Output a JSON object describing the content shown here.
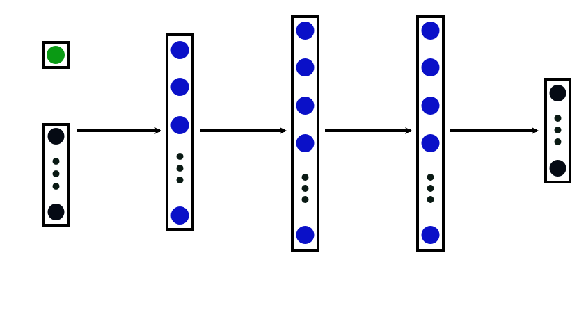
{
  "colors": {
    "background": "#ffffff",
    "box_stroke": "#000000",
    "input_node": "#050a14",
    "hidden_node": "#0a10c8",
    "bias_node": "#0a9a14",
    "arrow": "#000000"
  },
  "diagram": {
    "kind": "neural-network-layers",
    "bias_unit": {
      "node_color_key": "bias_node"
    },
    "layers": [
      {
        "role": "input",
        "shown_nodes": 2,
        "ellipsis_dots": 3,
        "ellipsis_after_node": 1,
        "node_color_key": "input_node"
      },
      {
        "role": "hidden",
        "shown_nodes": 4,
        "ellipsis_dots": 3,
        "ellipsis_after_node": 3,
        "node_color_key": "hidden_node"
      },
      {
        "role": "hidden",
        "shown_nodes": 5,
        "ellipsis_dots": 3,
        "ellipsis_after_node": 4,
        "node_color_key": "hidden_node"
      },
      {
        "role": "hidden",
        "shown_nodes": 5,
        "ellipsis_dots": 3,
        "ellipsis_after_node": 4,
        "node_color_key": "hidden_node"
      },
      {
        "role": "output",
        "shown_nodes": 2,
        "ellipsis_dots": 3,
        "ellipsis_after_node": 1,
        "node_color_key": "input_node"
      }
    ],
    "connections": [
      {
        "from": 0,
        "to": 1
      },
      {
        "from": 1,
        "to": 2
      },
      {
        "from": 2,
        "to": 3
      },
      {
        "from": 3,
        "to": 4
      }
    ]
  }
}
